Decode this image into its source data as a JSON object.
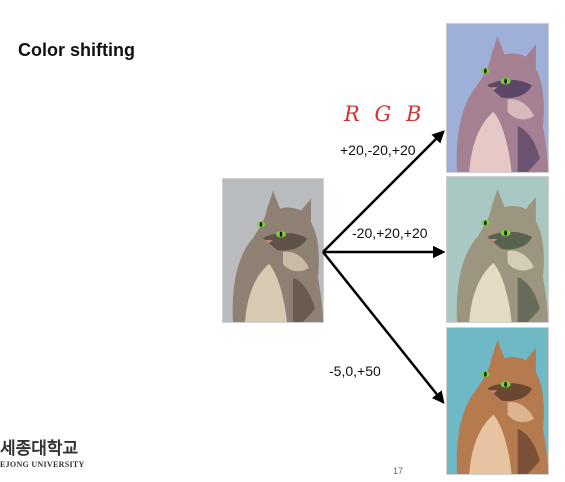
{
  "slide": {
    "title": "Color shifting",
    "annotation": "R G B",
    "page_number": "17"
  },
  "shifts": [
    {
      "label": "+20,-20,+20",
      "rgb": [
        20,
        -20,
        20
      ]
    },
    {
      "label": "-20,+20,+20",
      "rgb": [
        -20,
        20,
        20
      ]
    },
    {
      "label": "-5,0,+50",
      "rgb": [
        -5,
        0,
        50
      ]
    }
  ],
  "logo": {
    "korean": "세종대학교",
    "english": "EJONG UNIVERSITY"
  },
  "colors": {
    "arrow": "#000000",
    "annotation": "#d43232"
  }
}
